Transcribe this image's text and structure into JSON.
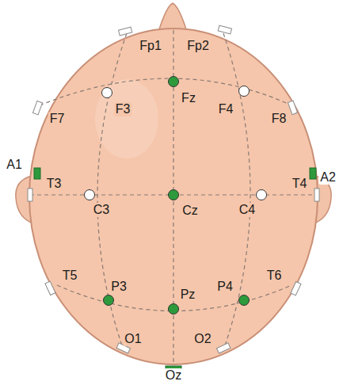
{
  "diagram": {
    "labels": [
      "Fp1",
      "Fp2",
      "F7",
      "F3",
      "Fz",
      "F4",
      "F8",
      "A1",
      "T3",
      "C3",
      "Cz",
      "C4",
      "T4",
      "A2",
      "T5",
      "P3",
      "Pz",
      "P4",
      "T6",
      "O1",
      "O2",
      "Oz"
    ]
  }
}
